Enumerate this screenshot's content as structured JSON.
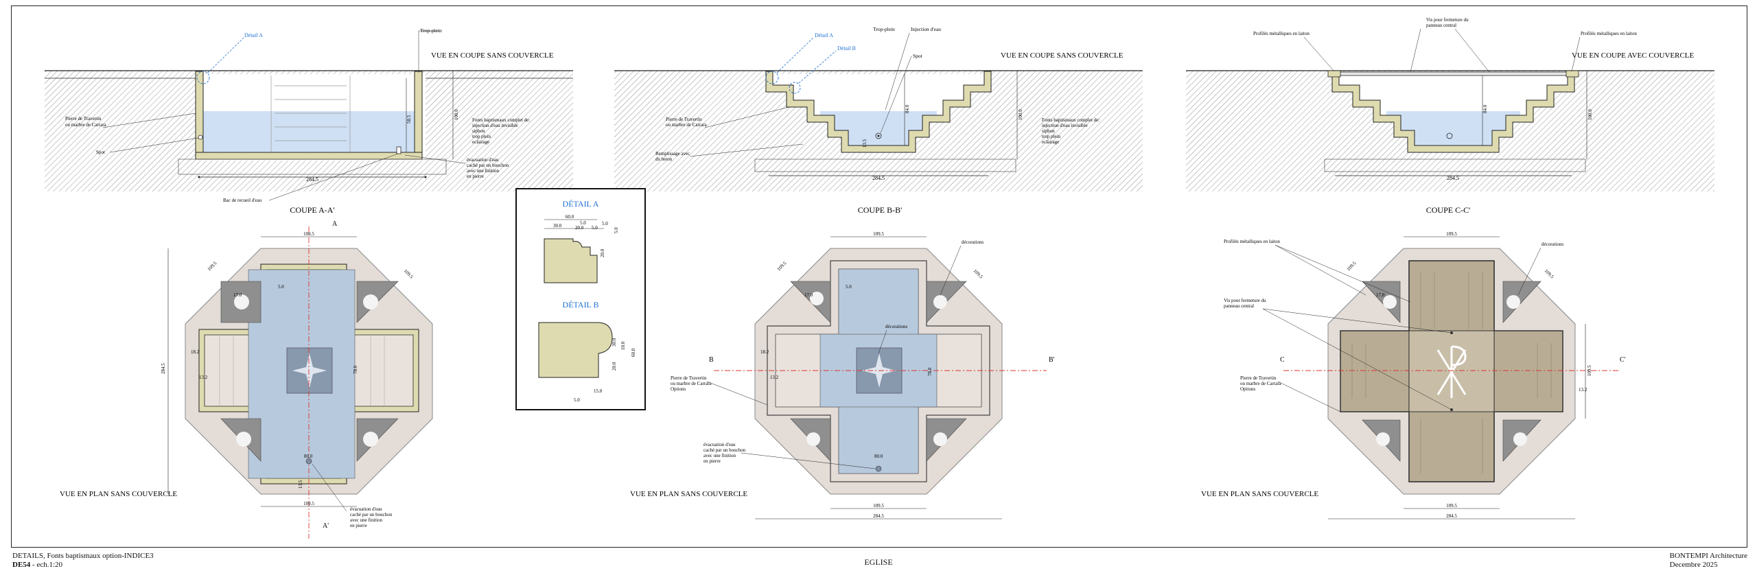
{
  "views": {
    "section_a": {
      "title": "VUE EN COUPE SANS COUVERCLE",
      "caption": "COUPE A-A'",
      "labels": {
        "detail_a": "Détail A",
        "trop_plein": "Trop-plein",
        "pierre1": "Pierre de Travertin",
        "pierre2": "ou marbre de Carrara",
        "spot": "Spot",
        "bac": "Bac de recueil d'eau",
        "fonts1": "Fonts baptismaux complet de:",
        "fonts2": "injection d'eau invisible",
        "fonts3": "siphon",
        "fonts4": "trop plein",
        "fonts5": "eclairage",
        "evac1": "évacuation d'eau",
        "evac2": "caché par un bouchon",
        "evac3": "avec une finition",
        "evac4": "en pierre"
      },
      "dims": {
        "width": "284.5",
        "depth": "58.5",
        "height": "100.0"
      }
    },
    "section_b": {
      "title": "VUE EN COUPE SANS COUVERCLE",
      "caption": "COUPE B-B'",
      "labels": {
        "detail_a": "Détail A",
        "detail_b": "Détail B",
        "trop_plein": "Trop-plein",
        "injection": "Injection d'eau",
        "spot": "Spot",
        "pierre1": "Pierre de Travertin",
        "pierre2": "ou marbre de Carrara",
        "remp1": "Remplissage avec",
        "remp2": "du beton",
        "fonts1": "Fonts baptismaux complet de:",
        "fonts2": "injection d'eau invisible",
        "fonts3": "siphon",
        "fonts4": "trop plein",
        "fonts5": "eclairage"
      },
      "dims": {
        "width": "284.5",
        "depth": "84.0",
        "height": "100.0",
        "small": "13.5"
      }
    },
    "section_c": {
      "title": "VUE EN COUPE AVEC COUVERCLE",
      "caption": "COUPE C-C'",
      "labels": {
        "profiles_l": "Profilés métalliques en laiton",
        "profiles_r": "Profilés métalliques en laiton",
        "vis1": "Vis pour fermeture du",
        "vis2": "panneau central"
      },
      "dims": {
        "width": "284.5",
        "depth": "84.0",
        "height": "100.0"
      }
    },
    "plan_a": {
      "title": "VUE EN PLAN SANS COUVERCLE",
      "mark_top": "A",
      "mark_bottom": "A'",
      "labels": {
        "evac1": "évacuation d'eau",
        "evac2": "caché par un bouchon",
        "evac3": "avec une finition",
        "evac4": "en pierre"
      },
      "dims": {
        "top": "109.5",
        "bottom": "109.5",
        "side": "284.5",
        "diag": "109.5",
        "mid": "78.0",
        "inner": "5.0",
        "arm": "18.2",
        "arm2": "13.2",
        "c80": "80.0",
        "c17": "17.0",
        "c135": "13.5"
      }
    },
    "plan_b": {
      "title": "VUE EN PLAN SANS COUVERCLE",
      "mark_left": "B",
      "mark_right": "B'",
      "labels": {
        "decorations1": "décorations",
        "decorations2": "décorations",
        "pierre1": "Pierre de Travertin",
        "pierre2": "ou marbre de Carrara",
        "pierre3": "Options",
        "evac1": "évacuation d'eau",
        "evac2": "caché par un bouchon",
        "evac3": "avec une finition",
        "evac4": "en pierre"
      },
      "dims": {
        "top": "109.5",
        "bottom": "109.5",
        "overall": "284.5",
        "diag": "109.5",
        "mid": "78.0",
        "inner": "5.0",
        "arm": "18.2",
        "arm2": "13.2",
        "c80": "80.0",
        "c17": "17.0"
      }
    },
    "plan_c": {
      "title": "VUE EN PLAN SANS COUVERCLE",
      "mark_left": "C",
      "mark_right": "C'",
      "labels": {
        "profiles": "Profilés métalliques en laiton",
        "decorations": "décorations",
        "vis1": "Vis pour fermeture du",
        "vis2": "panneau central",
        "pierre1": "Pierre de Travertin",
        "pierre2": "ou marbre de Carrara",
        "pierre3": "Options"
      },
      "dims": {
        "top": "109.5",
        "bottom": "109.5",
        "overall": "284.5",
        "diag": "109.5",
        "side": "109.5",
        "c13": "13.2",
        "c17": "17.0"
      }
    }
  },
  "details": {
    "detail_a": {
      "title": "DÉTAIL A",
      "d60": "60.0",
      "d30": "30.0",
      "d5a": "5.0",
      "d20": "20.0",
      "d5b": "5.0",
      "d5c": "5.0",
      "d20v": "20.0"
    },
    "detail_b": {
      "title": "DÉTAIL B",
      "d30": "30.0",
      "d20": "20.0",
      "d10": "10.0",
      "d60": "60.0",
      "d15": "15.0",
      "d5": "5.0"
    }
  },
  "title_block": {
    "line1": "DETAILS, Fonts baptismaux option-INDICE3",
    "code": "DE54",
    "scale": " - ech.1:20",
    "center": "EGLISE",
    "firm": "BONTEMPI Architecture",
    "date": "Decembre 2025"
  },
  "colors": {
    "water": "#cfe0f5",
    "stone": "#dedbb0",
    "octagon": "#e3dcd7",
    "cross_blue": "#b7c9dd",
    "cover": "#b8ad94",
    "decor": "#8f8f8f",
    "detail_link": "#1f6fd0"
  }
}
